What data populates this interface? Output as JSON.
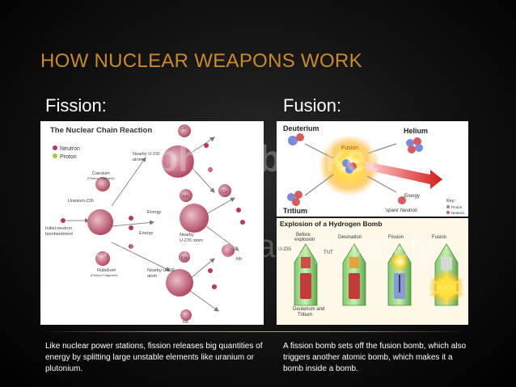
{
  "slide": {
    "title": "HOW NUCLEAR WEAPONS WORK",
    "fission_heading": "Fission:",
    "fusion_heading": "Fusion:",
    "fission_desc": "Like nuclear power stations, fission releases big quantities of energy by splitting large unstable elements like uranium or plutonium.",
    "fusion_desc": "A fission bomb sets off the fusion bomb, which also triggers another atomic bomb, which makes it a bomb inside a bomb."
  },
  "chain_diagram": {
    "title": "The Nuclear Chain Reaction",
    "legend_neutron": "Neutron",
    "legend_proton": "Proton",
    "cesium": "Caesium",
    "cesium_sub": "(Fission Fragment)",
    "uranium": "Uranium-236",
    "initial": "Initial neutron",
    "bombardment": "bombardment",
    "nearby1a": "Nearby U-236",
    "nearby1b": "atom",
    "energy1": "Energy",
    "energy2": "Energy",
    "nearby2a": "Nearby",
    "nearby2b": "U-236 atom",
    "rubidium": "Rubidium",
    "rubidium_sub": "(Fission Fragment)",
    "nearby3a": "Nearby U-236",
    "nearby3b": "atom",
    "cs_top": "Cs",
    "rb_top": "Rb",
    "cs_mid": "Cs",
    "rb_mid": "Rb",
    "cs_bot": "Cs",
    "rb_bot": "Rb"
  },
  "fusion_diagram": {
    "deuterium": "Deuterium",
    "helium": "Helium",
    "fusion": "Fusion",
    "energy": "Energy",
    "tritium": "Tritium",
    "spare_neutron": "'spare' Neutron",
    "key": "Key:",
    "key_proton": "Proton",
    "key_neutron": "Neutron"
  },
  "hbomb_diagram": {
    "title": "Explosion of a Hydrogen Bomb",
    "before": "Before",
    "explosion": "explosion",
    "detonation": "Detonation",
    "fission": "Fission",
    "fusion": "Fusion",
    "u235": "U-235",
    "tnt": "TNT",
    "deuterium_tritium_1": "Deuterium and",
    "deuterium_tritium_2": "Tritium"
  },
  "watermark": {
    "brand": "photobucket",
    "tagline": "Join free. Share privately."
  },
  "colors": {
    "title": "#c98a2a",
    "neutron": "#c0306a",
    "proton": "#b5c23a",
    "arrow": "#888888"
  }
}
